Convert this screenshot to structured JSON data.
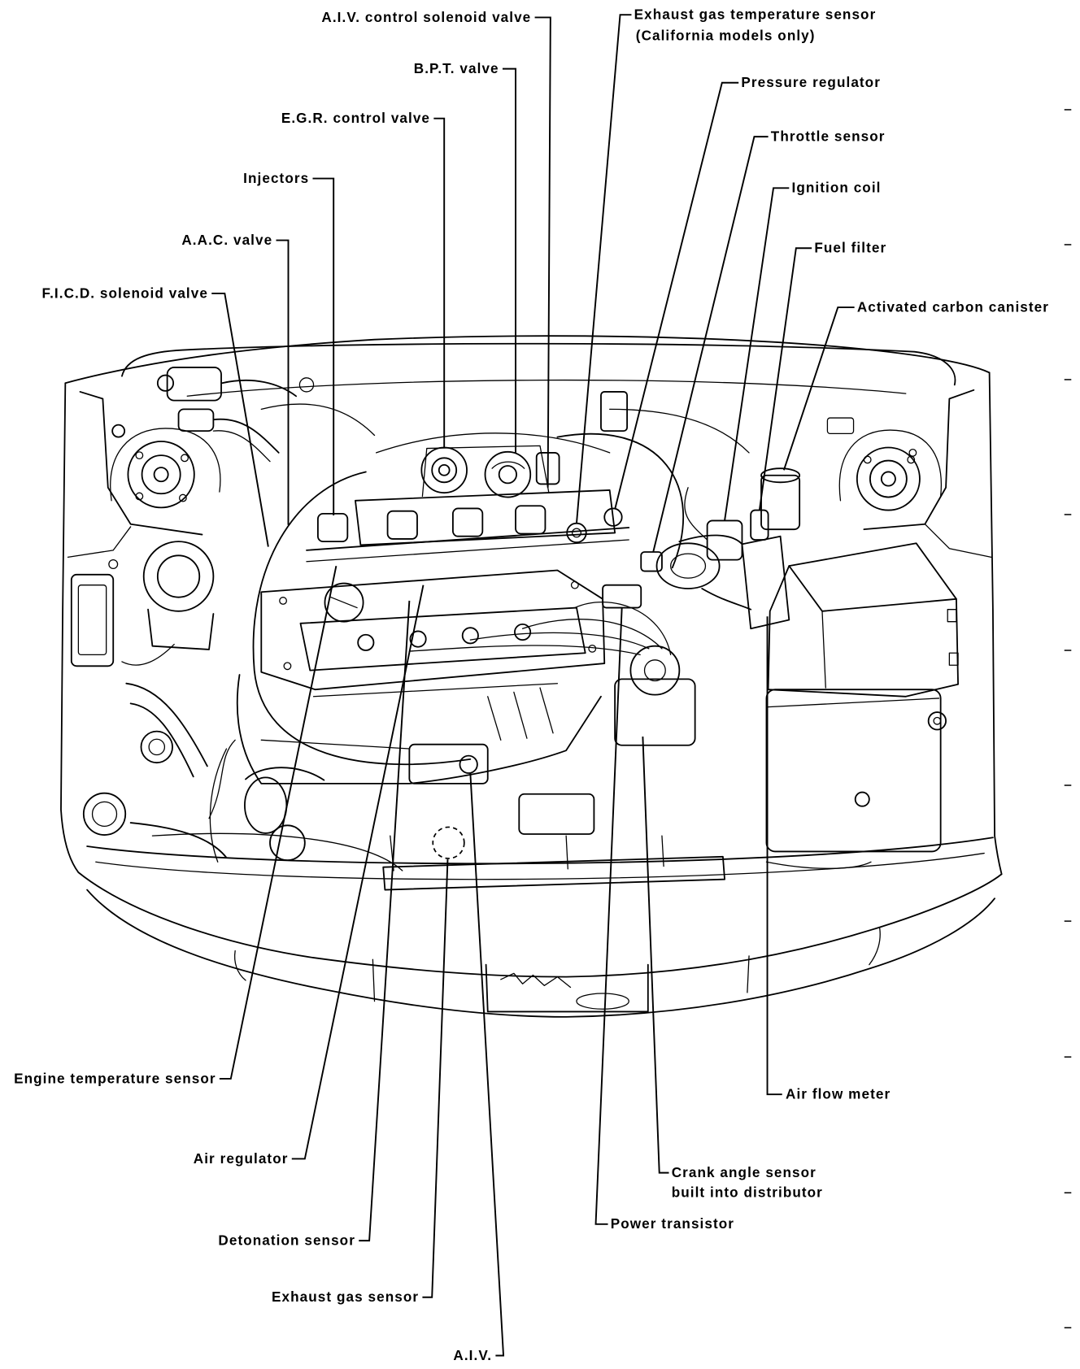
{
  "labels": {
    "aiv_control_solenoid_valve": "A.I.V. control solenoid valve",
    "exhaust_gas_temperature_sensor": "Exhaust gas temperature sensor",
    "exhaust_gas_temperature_sensor_note": "(California models only)",
    "bpt_valve": "B.P.T. valve",
    "pressure_regulator": "Pressure regulator",
    "egr_control_valve": "E.G.R. control valve",
    "throttle_sensor": "Throttle sensor",
    "injectors": "Injectors",
    "ignition_coil": "Ignition coil",
    "aac_valve": "A.A.C. valve",
    "fuel_filter": "Fuel filter",
    "ficd_solenoid_valve": "F.I.C.D. solenoid valve",
    "activated_carbon_canister": "Activated carbon canister",
    "engine_temperature_sensor": "Engine temperature sensor",
    "air_flow_meter": "Air flow meter",
    "air_regulator": "Air regulator",
    "crank_angle_sensor": "Crank angle sensor",
    "crank_angle_sensor_note": "built into distributor",
    "power_transistor": "Power transistor",
    "detonation_sensor": "Detonation sensor",
    "exhaust_gas_sensor": "Exhaust gas sensor",
    "aiv": "A.I.V."
  },
  "colors": {
    "line": "#000000",
    "background": "#ffffff"
  }
}
